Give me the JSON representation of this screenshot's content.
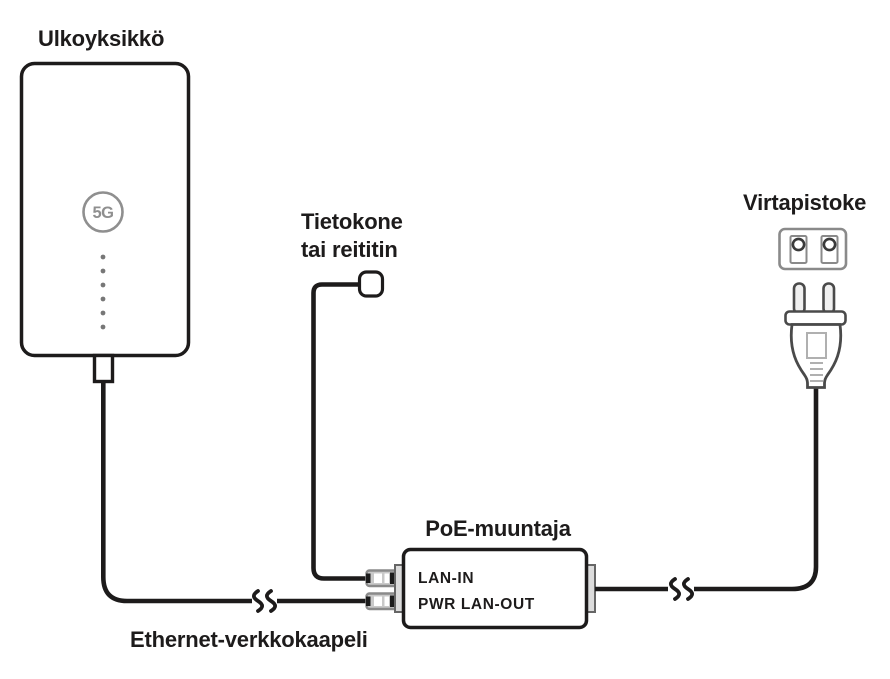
{
  "outdoor_unit": {
    "label": "Ulkoyksikkö",
    "logo": "5G",
    "led_count": 6
  },
  "computer": {
    "label_line1": "Tietokone",
    "label_line2": "tai reititin"
  },
  "power_plug": {
    "label": "Virtapistoke"
  },
  "poe_converter": {
    "label": "PoE-muuntaja",
    "port_lan_in": "LAN-IN",
    "port_pwr_lan_out": "PWR LAN-OUT"
  },
  "ethernet_cable": {
    "label": "Ethernet-verkkokaapeli"
  },
  "colors": {
    "line": "#1d1b1b",
    "gray_accent": "#8a8a8a",
    "background": "#ffffff"
  }
}
